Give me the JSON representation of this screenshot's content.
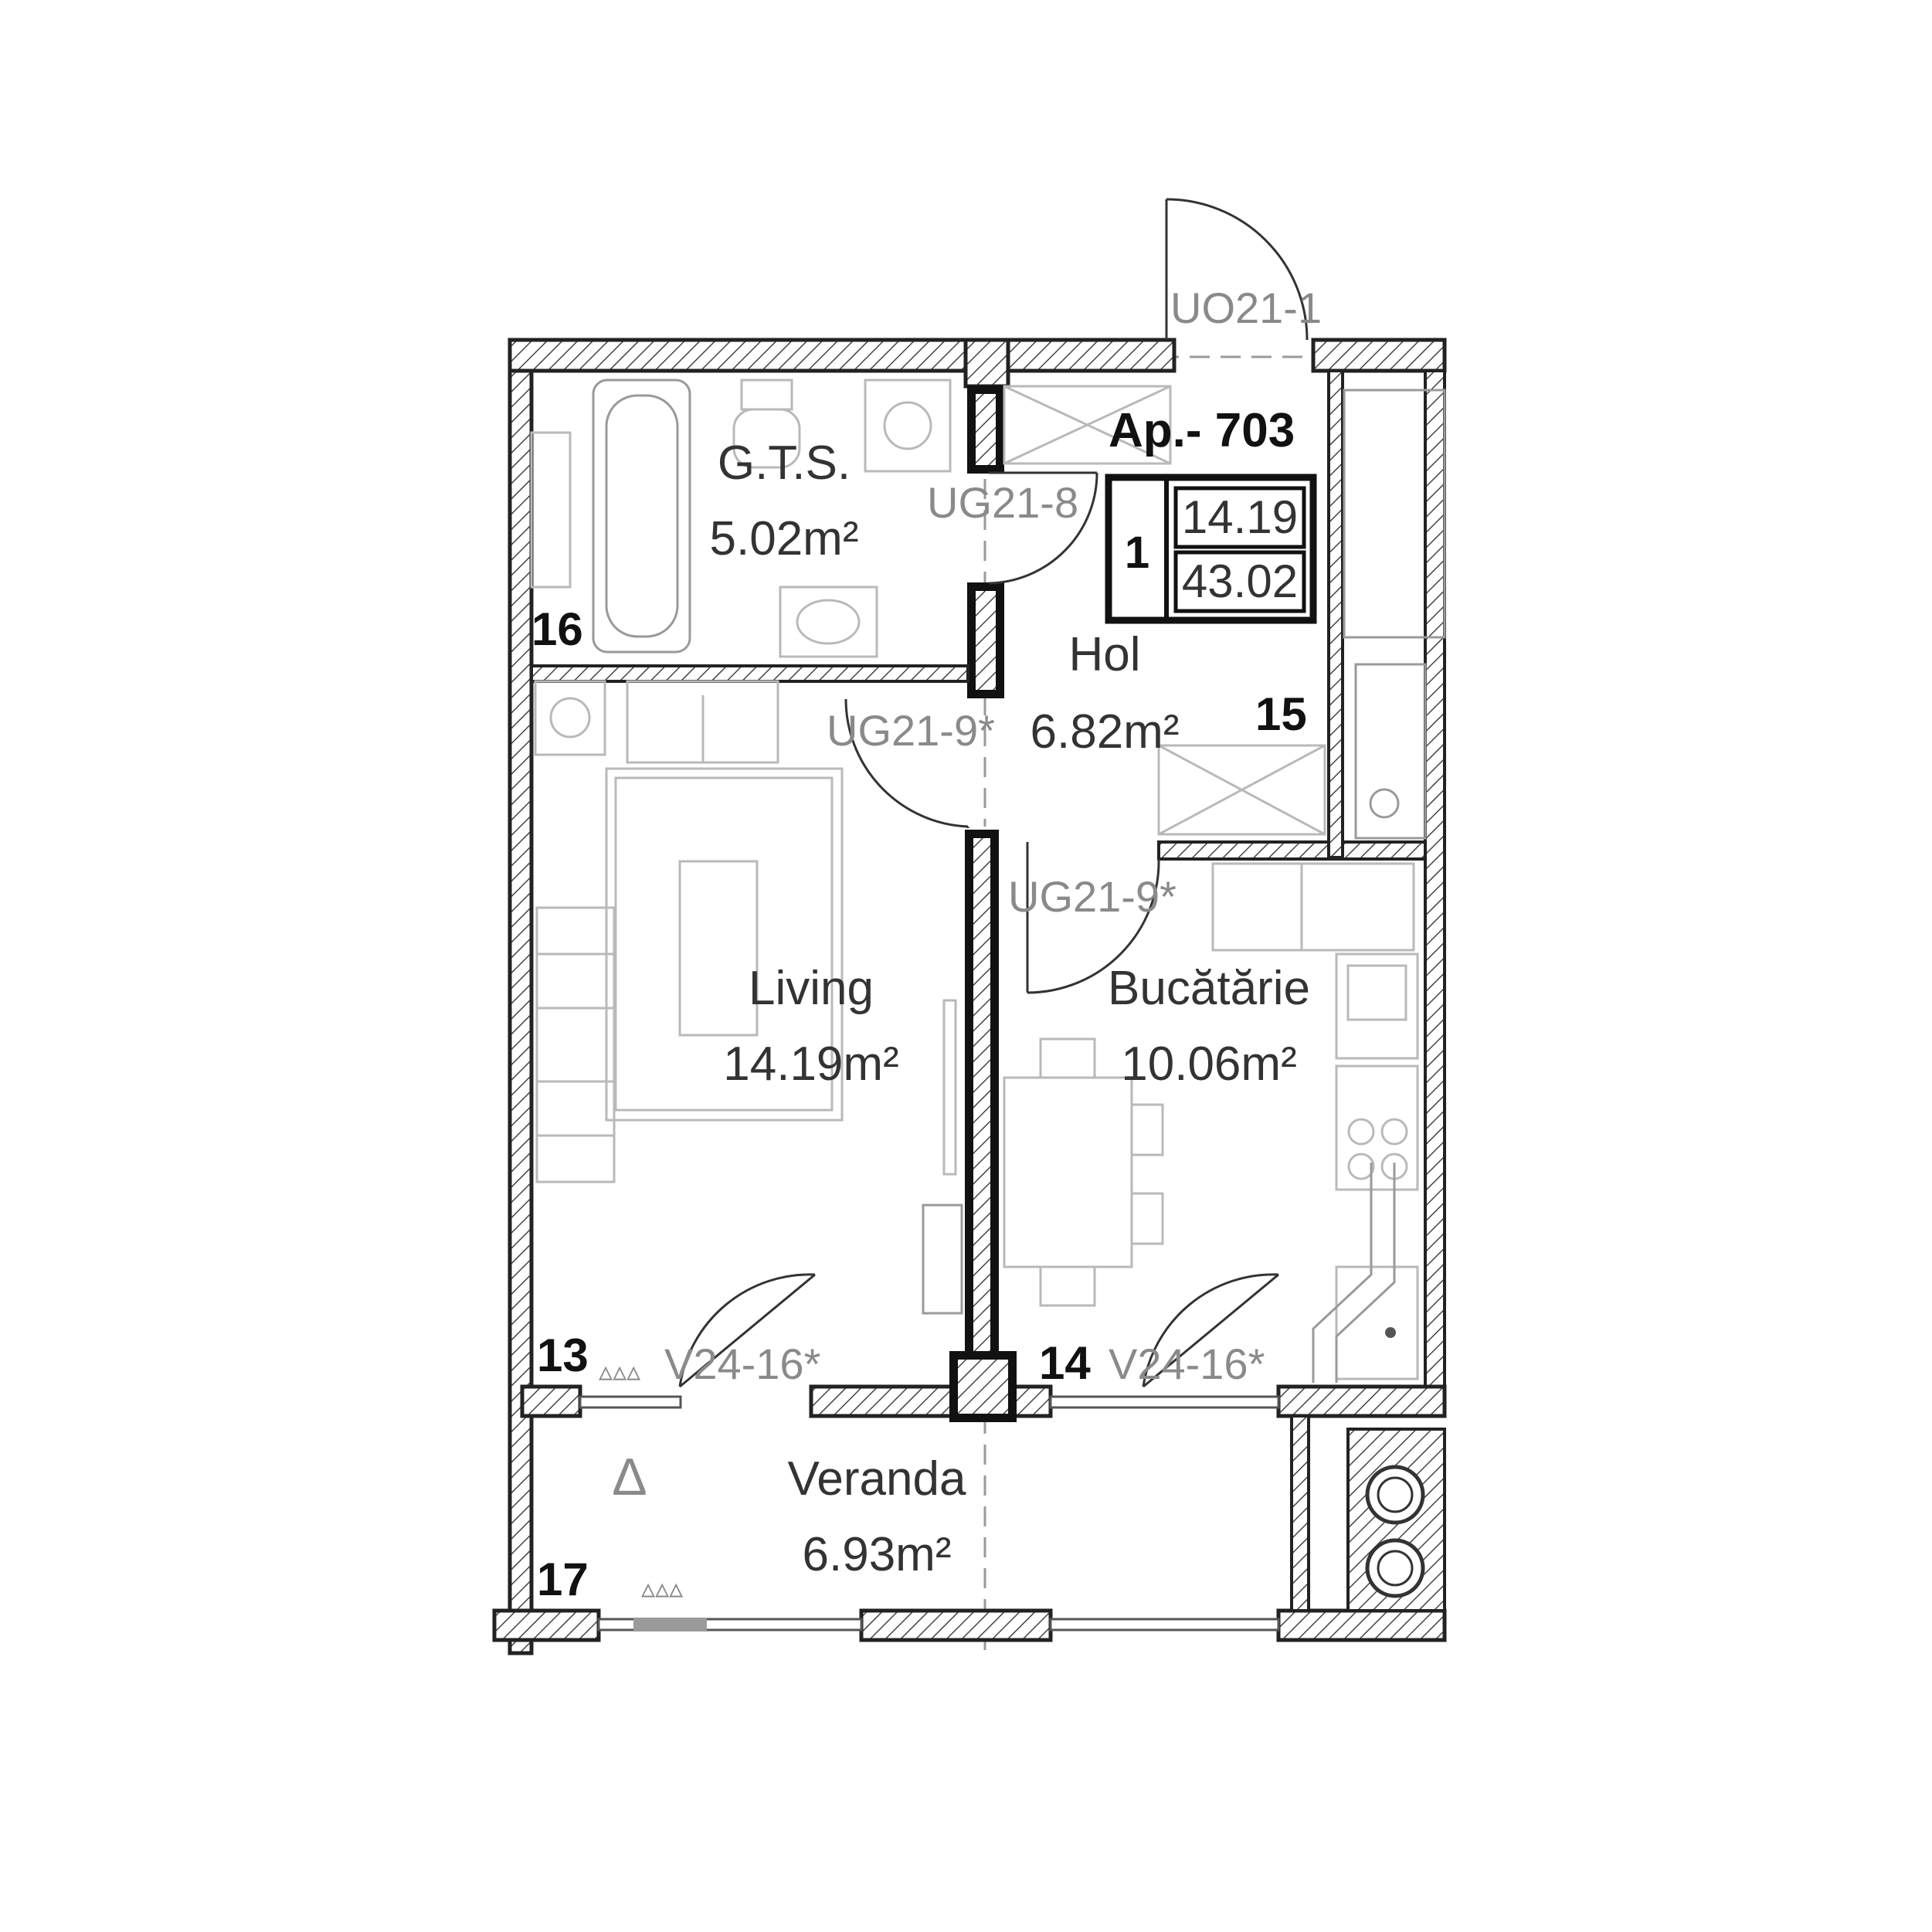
{
  "apartment": {
    "title": "Ap.- 703",
    "room_count": "1",
    "living_area": "14.19",
    "total_area": "43.02"
  },
  "rooms": {
    "gts": {
      "name": "G.T.S.",
      "area": "5.02m²"
    },
    "hol": {
      "name": "Hol",
      "area": "6.82m²"
    },
    "living": {
      "name": "Living",
      "area": "14.19m²"
    },
    "bucatarie": {
      "name": "Bucătărie",
      "area": "10.06m²"
    },
    "veranda": {
      "name": "Veranda",
      "area": "6.93m²"
    }
  },
  "door_codes": {
    "entrance": "UO21-1",
    "bathroom": "UG21-8",
    "living": "UG21-9*",
    "kitchen": "UG21-9*",
    "veranda_living": "V24-16*",
    "veranda_kitchen": "V24-16*"
  },
  "markers": {
    "m13": "13",
    "m14": "14",
    "m15": "15",
    "m16": "16",
    "m17": "17"
  },
  "symbols": {
    "triangle": "Δ",
    "small_triangles": "▵▵▵"
  },
  "colors": {
    "wall_outline": "#222222",
    "label_text": "#333333",
    "door_code_text": "#8a8a8a",
    "furniture": "#b9b9b9"
  }
}
